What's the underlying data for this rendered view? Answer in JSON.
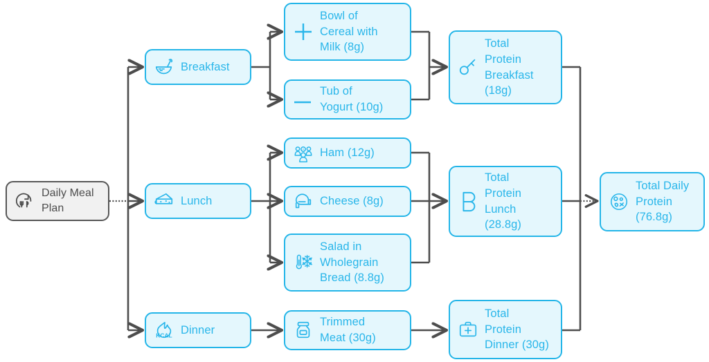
{
  "diagram": {
    "title": "Daily Meal Plan Protein Flowchart",
    "accent_color": "#29b6ea",
    "accent_border_color": "#23b5e8",
    "accent_fill_color": "#e4f7fd",
    "root_fill_color": "#f1f1f1",
    "root_border_color": "#565656",
    "edge_color": "#4d4d4d"
  },
  "nodes": {
    "root": {
      "label": "Daily Meal\nPlan",
      "icon": "meal-clock-icon"
    },
    "breakfast": {
      "label": "Breakfast",
      "icon": "cereal-bowl-icon"
    },
    "lunch": {
      "label": "Lunch",
      "icon": "cheese-wedge-icon"
    },
    "dinner": {
      "label": "Dinner",
      "icon": "kcal-flame-icon"
    },
    "cereal": {
      "label": "Bowl of\nCereal with\nMilk (8g)",
      "icon": "plus-icon"
    },
    "yogurt": {
      "label": "Tub of\nYogurt (10g)",
      "icon": "minus-icon"
    },
    "ham": {
      "label": "Ham (12g)",
      "icon": "people-group-icon"
    },
    "cheese": {
      "label": "Cheese (8g)",
      "icon": "vr-headset-icon"
    },
    "salad": {
      "label": "Salad in\nWholegrain\nBread (8.8g)",
      "icon": "thermometer-snowflake-icon"
    },
    "meat": {
      "label": "Trimmed\nMeat (30g)",
      "icon": "jar-icon"
    },
    "total_breakfast": {
      "label": "Total\nProtein\nBreakfast\n(18g)",
      "icon": "key-icon"
    },
    "total_lunch": {
      "label": "Total\nProtein\nLunch\n(28.8g)",
      "icon": "letter-b-icon"
    },
    "total_dinner": {
      "label": "Total\nProtein\nDinner (30g)",
      "icon": "first-aid-kit-icon"
    },
    "total_daily": {
      "label": "Total Daily\nProtein\n(76.8g)",
      "icon": "petri-dish-icon"
    }
  }
}
